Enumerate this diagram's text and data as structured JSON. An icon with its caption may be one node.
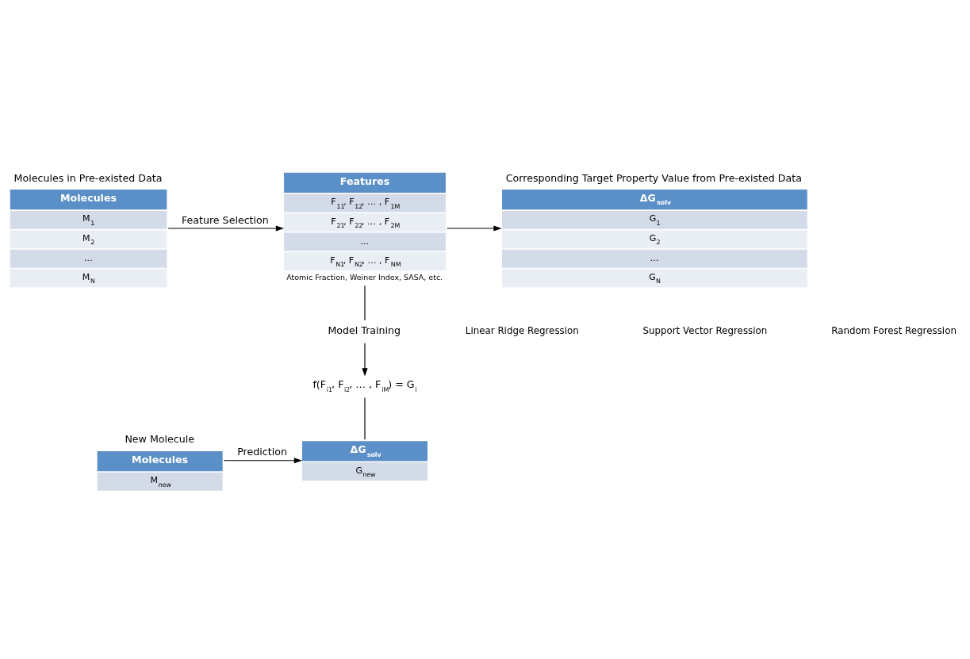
{
  "diagram": {
    "nodes": [
      {
        "text": [
          "Molecules in Pre-existed Data",
          "Molecules",
          "M$_{1}$",
          "M$_{2}$",
          "…",
          "M$_{N}$"
        ]
      },
      {
        "text": [
          "Features",
          "F$_{11}$, F$_{12}$, … , F$_{1M}$",
          "F$_{21}$, F$_{22}$, … , F$_{2M}$",
          "…",
          "F$_{N1}$, F$_{N2}$, … , F$_{NM}$"
        ],
        "beside": [
          "Atomic Fraction, Weiner Index, SASA, etc."
        ]
      },
      {
        "text": [
          "Corresponding Target Property Value from Pre-existed Data",
          "ΔG$_{solv}$",
          "G$_{1}$",
          "G$_{2}$",
          "…",
          "G$_{N}$"
        ]
      },
      {
        "text": [
          "Model Training"
        ]
      },
      {
        "text": [
          "f(F$_{i1}$, F$_{i2}$, … , F$_{iM}$) = G$_{i}$"
        ]
      },
      {
        "text": [
          "New Molecule",
          "Molecules",
          "M$_{new}$"
        ]
      },
      {
        "text": [
          "ΔG$_{solv}$",
          "G$_{new}$"
        ]
      }
    ],
    "edges": [
      {
        "from": 0,
        "to": 1,
        "arrow": "to",
        "label": "Feature Selection"
      },
      {
        "from": 1,
        "to": 2,
        "arrow": "to"
      },
      {
        "from": 1,
        "to": 3,
        "arrow": "none"
      },
      {
        "from": 3,
        "to": 4,
        "arrow": "to"
      },
      {
        "from": 4,
        "to": 6,
        "arrow": "none"
      },
      {
        "from": 5,
        "to": 6,
        "arrow": "to",
        "label": "Prediction"
      }
    ],
    "labels": [
      "Linear Ridge Regression",
      "Support Vector Regression",
      "Random Forest Regression"
    ]
  }
}
